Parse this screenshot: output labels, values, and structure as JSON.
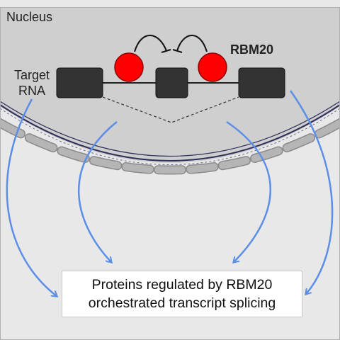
{
  "labels": {
    "nucleus": "Nucleus",
    "target_rna_line1": "Target",
    "target_rna_line2": "RNA",
    "protein": "RBM20",
    "result_line1": "Proteins regulated by RBM20",
    "result_line2": "orchestrated transcript splicing"
  },
  "colors": {
    "cell_background": "#e8e8e8",
    "nucleus_fill": "#cfcfcf",
    "exon": "#333333",
    "rbm20": "#ff0000",
    "arrow": "#5b8ee6",
    "membrane_segment": "#b5b5b5",
    "envelope": "#2e2f5a"
  },
  "icons": [
    "rbm20-protein-circle",
    "exon-box",
    "inhibition-arrow",
    "splice-dashed-line",
    "curved-arrow"
  ]
}
